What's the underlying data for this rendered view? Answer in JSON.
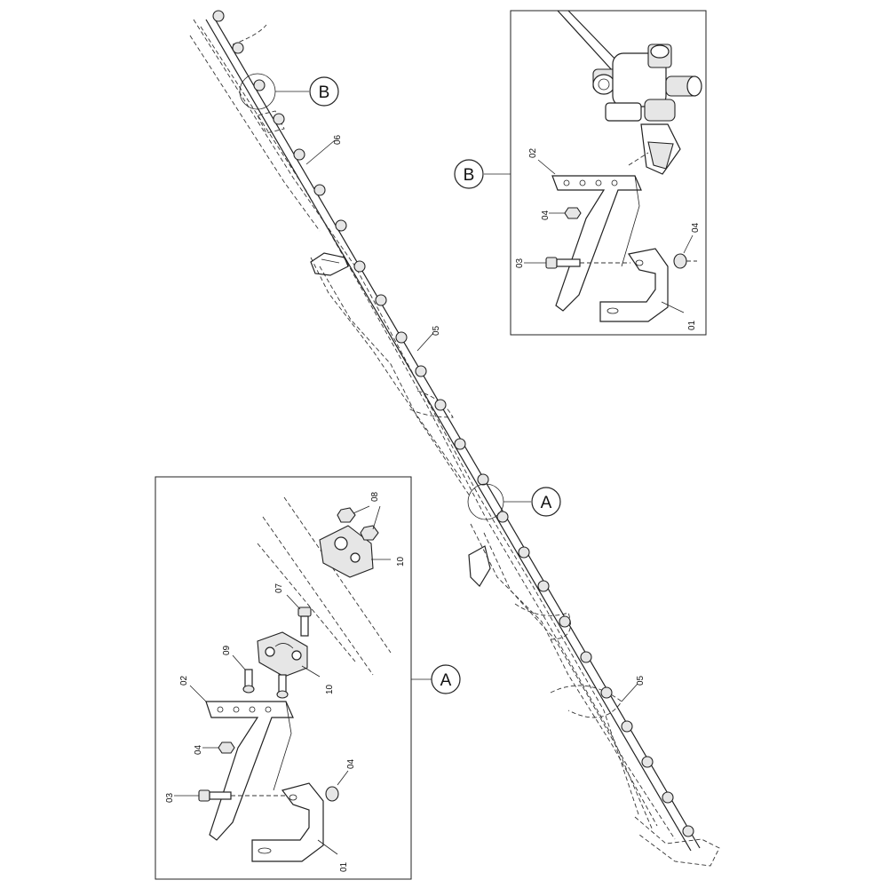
{
  "detail_b": {
    "letter": "B",
    "labels": {
      "p01": "01",
      "p02": "02",
      "p03": "03",
      "p04a": "04",
      "p04b": "04"
    }
  },
  "detail_a": {
    "letter": "A",
    "labels": {
      "p01": "01",
      "p02": "02",
      "p03": "03",
      "p04a": "04",
      "p04b": "04",
      "p07": "07",
      "p08": "08",
      "p09": "09",
      "p10a": "10",
      "p10b": "10"
    }
  },
  "main": {
    "callout_b": "B",
    "callout_a": "A",
    "label_06": "06",
    "label_05a": "05",
    "label_05b": "05"
  }
}
